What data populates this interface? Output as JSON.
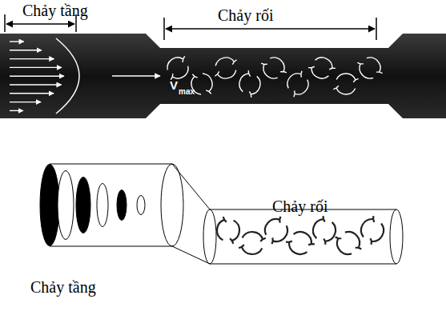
{
  "diagram": {
    "labels": [
      "Chảy tầng",
      "Chảy rối",
      "V",
      "max",
      "Chảy rối",
      "Chảy tầng"
    ]
  }
}
